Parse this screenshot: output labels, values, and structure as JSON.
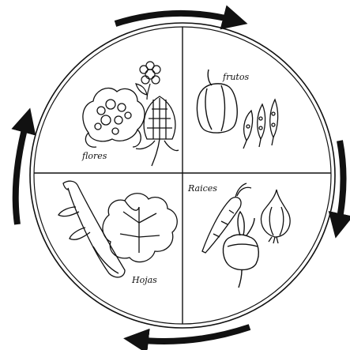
{
  "diagram": {
    "labels": {
      "flowers": "flores",
      "fruits": "frutos",
      "roots": "Raices",
      "leaves": "Hojas"
    },
    "quadrants": [
      {
        "name": "flores",
        "items": [
          "cauliflower-icon",
          "artichoke-icon",
          "flower-icon"
        ]
      },
      {
        "name": "frutos",
        "items": [
          "bell-pepper-icon",
          "pea-pod-icon"
        ]
      },
      {
        "name": "Raices",
        "items": [
          "carrot-icon",
          "turnip-icon",
          "onion-icon"
        ]
      },
      {
        "name": "Hojas",
        "items": [
          "celery-icon",
          "lettuce-icon"
        ]
      }
    ],
    "cycle_direction": "clockwise",
    "colors": {
      "ink": "#111111",
      "background": "#ffffff"
    }
  }
}
